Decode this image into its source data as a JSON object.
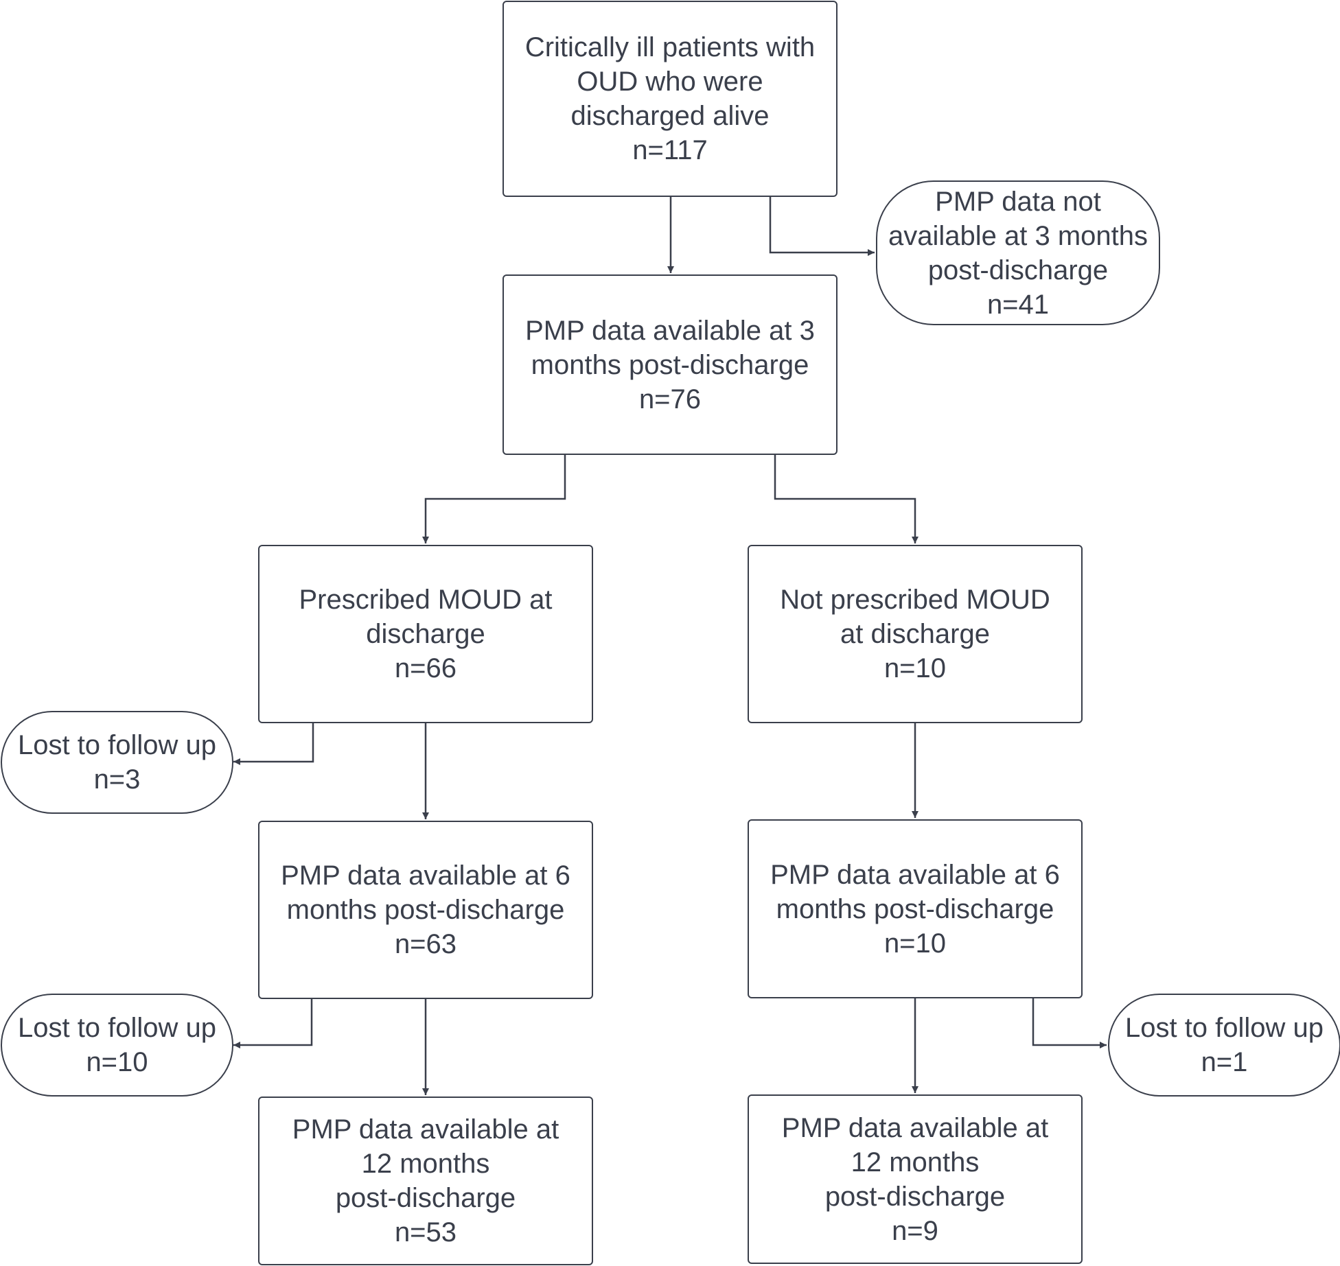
{
  "nodes": {
    "start": {
      "lines": [
        "Critically ill patients with",
        "OUD who were",
        "discharged alive"
      ],
      "n": "n=117"
    },
    "excl3": {
      "lines": [
        "PMP data not",
        "available at 3 months",
        "post-discharge"
      ],
      "n": "n=41"
    },
    "avail3": {
      "lines": [
        "PMP data available at 3",
        "months post-discharge"
      ],
      "n": "n=76"
    },
    "moud": {
      "lines": [
        "Prescribed MOUD at",
        "discharge"
      ],
      "n": "n=66"
    },
    "nomoud": {
      "lines": [
        "Not prescribed MOUD",
        "at discharge"
      ],
      "n": "n=10"
    },
    "lost_left_1": {
      "lines": [
        "Lost to follow up"
      ],
      "n": "n=3"
    },
    "avail6_left": {
      "lines": [
        "PMP data available at 6",
        "months post-discharge"
      ],
      "n": "n=63"
    },
    "avail6_right": {
      "lines": [
        "PMP data available at 6",
        "months post-discharge"
      ],
      "n": "n=10"
    },
    "lost_left_2": {
      "lines": [
        "Lost to follow up"
      ],
      "n": "n=10"
    },
    "lost_right": {
      "lines": [
        "Lost to follow up"
      ],
      "n": "n=1"
    },
    "avail12_left": {
      "lines": [
        "PMP data available at",
        "12 months",
        "post-discharge"
      ],
      "n": "n=53"
    },
    "avail12_right": {
      "lines": [
        "PMP data available at",
        "12 months",
        "post-discharge"
      ],
      "n": "n=9"
    }
  },
  "colors": {
    "stroke": "#3a3f4b",
    "text": "#3a3f4b",
    "fill": "#ffffff"
  }
}
